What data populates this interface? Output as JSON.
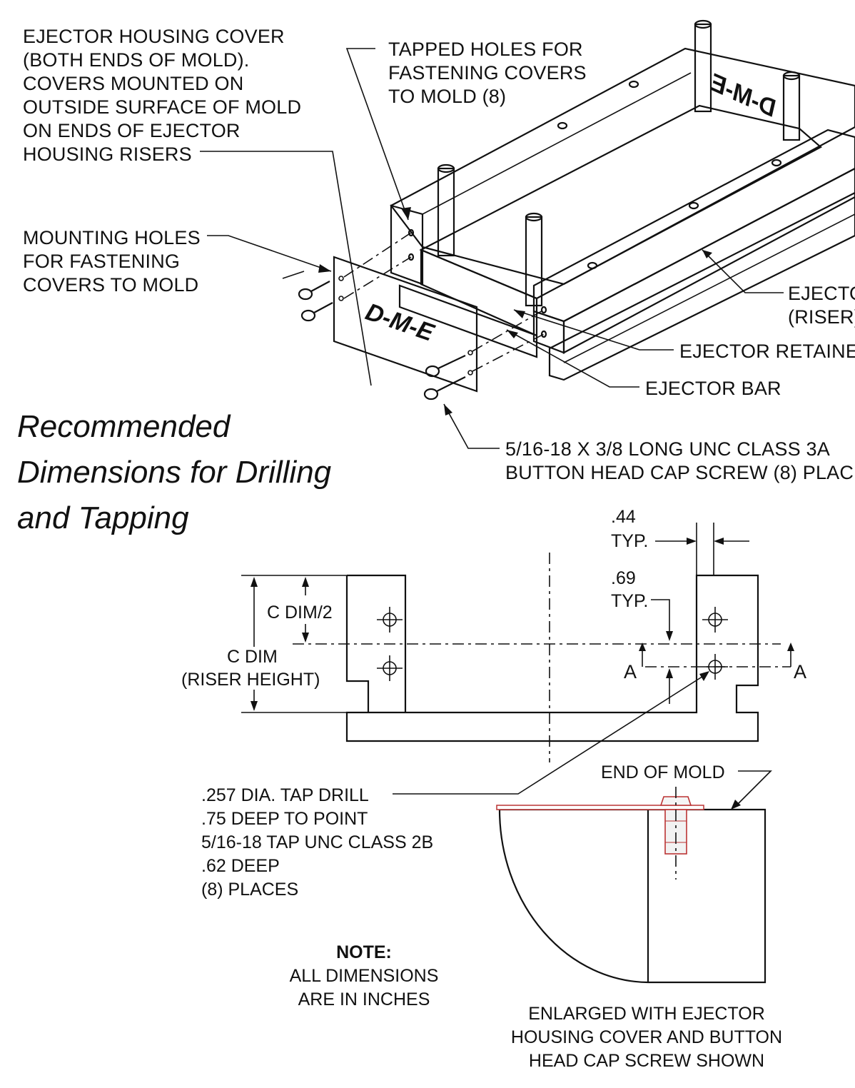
{
  "labels": {
    "housing_cover": [
      "EJECTOR HOUSING COVER",
      "(BOTH ENDS OF MOLD).",
      "COVERS MOUNTED ON",
      "OUTSIDE SURFACE OF MOLD",
      "ON ENDS OF EJECTOR",
      "HOUSING RISERS"
    ],
    "tapped_holes": [
      "TAPPED HOLES FOR",
      "FASTENING COVERS",
      "TO MOLD (8)"
    ],
    "mounting_holes": [
      "MOUNTING HOLES",
      "FOR FASTENING",
      "COVERS TO MOLD"
    ],
    "ejector_housing": [
      "EJECTO",
      "(RISER)"
    ],
    "ejector_retainer": "EJECTOR RETAINE",
    "ejector_bar": "EJECTOR BAR",
    "cap_screw": [
      "5/16-18 X 3/8 LONG UNC CLASS 3A",
      "BUTTON HEAD CAP SCREW (8) PLAC"
    ],
    "logo_cover": "D-M-E",
    "logo_plate": "D-M-E"
  },
  "title": [
    "Recommended",
    "Dimensions for Drilling",
    "and Tapping"
  ],
  "dimensions": {
    "dim_44": ".44",
    "typ_1": "TYP.",
    "dim_69": ".69",
    "typ_2": "TYP.",
    "c_dim_half": "C DIM/2",
    "c_dim": "C DIM",
    "riser_height": "(RISER HEIGHT)",
    "section_a_left": "A",
    "section_a_right": "A"
  },
  "end_of_mold": "END OF MOLD",
  "tap_drill": [
    ".257 DIA. TAP DRILL",
    ".75 DEEP TO POINT",
    "5/16-18 TAP UNC CLASS 2B",
    ".62 DEEP",
    "(8) PLACES"
  ],
  "note": {
    "heading": "NOTE:",
    "lines": [
      "ALL DIMENSIONS",
      "ARE IN INCHES"
    ]
  },
  "enlarged_caption": [
    "ENLARGED WITH EJECTOR",
    "HOUSING COVER AND BUTTON",
    "HEAD CAP SCREW SHOWN"
  ]
}
